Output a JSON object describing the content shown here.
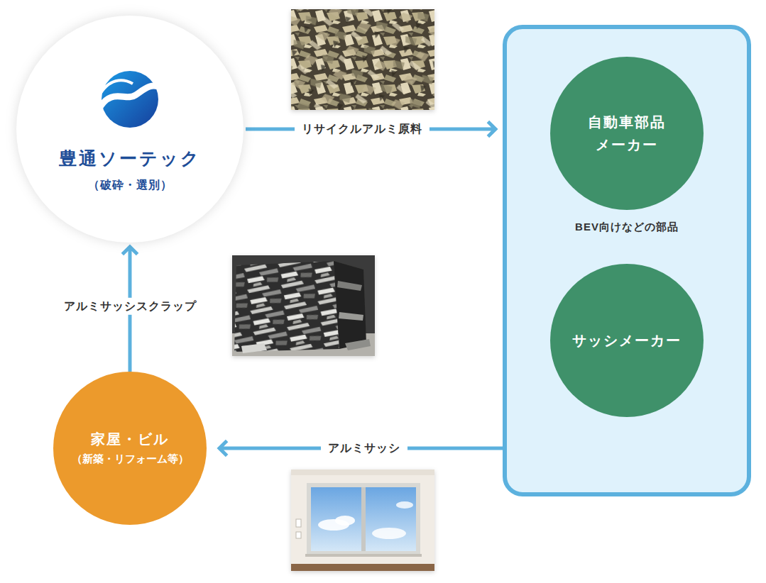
{
  "diagram": {
    "nodes": [
      {
        "text": [
          "豊通ソーテック",
          "（破砕・選別）"
        ]
      },
      {
        "text": []
      },
      {
        "text": [
          "自動車部品 メーカー",
          "BEV向けなどの部品"
        ],
        "in": 1
      },
      {
        "text": [
          "サッシメーカー"
        ],
        "in": 1
      },
      {
        "text": [
          "家屋・ビル",
          "（新築・リフォーム等）"
        ]
      }
    ],
    "edges": [
      {
        "from": 0,
        "to": 1,
        "label": "リサイクルアルミ原料",
        "arrow": "to"
      },
      {
        "from": 3,
        "to": 4,
        "label": "アルミサッシ",
        "arrow": "to"
      },
      {
        "from": 4,
        "to": 0,
        "label": "アルミサッシスクラップ",
        "arrow": "to"
      }
    ]
  }
}
